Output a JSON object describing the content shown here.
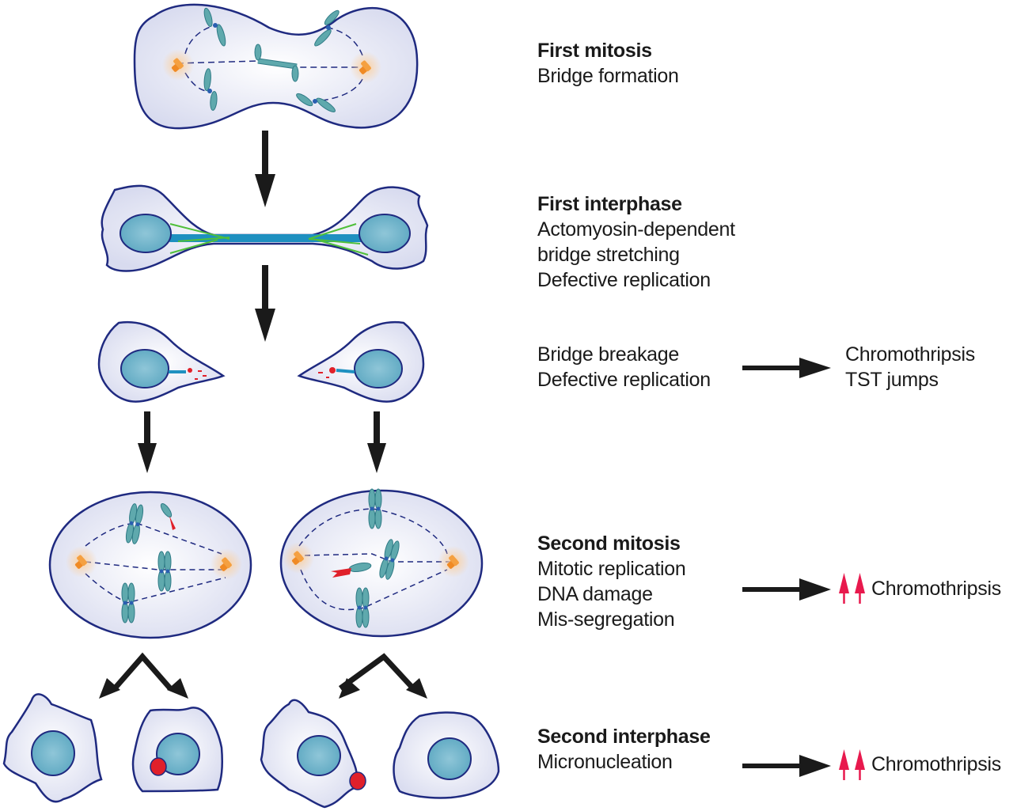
{
  "stages": [
    {
      "title": "First mitosis",
      "lines": [
        "Bridge formation"
      ]
    },
    {
      "title": "First interphase",
      "lines": [
        "Actomyosin-dependent",
        "bridge stretching",
        "Defective replication"
      ]
    },
    {
      "title": "",
      "lines": [
        "Bridge breakage",
        "Defective replication"
      ],
      "outcome": [
        "Chromothripsis",
        "TST jumps"
      ]
    },
    {
      "title": "Second mitosis",
      "lines": [
        "Mitotic replication",
        "DNA damage",
        "Mis-segregation"
      ],
      "outcome": [
        "Chromothripsis"
      ],
      "outcome_icon": "double-up-arrow-icon"
    },
    {
      "title": "Second interphase",
      "lines": [
        "Micronucleation"
      ],
      "outcome": [
        "Chromothripsis"
      ],
      "outcome_icon": "double-up-arrow-icon"
    }
  ],
  "colors": {
    "cell_outline": "#1f2a80",
    "cytoplasm": "#e6e8f5",
    "nucleus": "#6fb2c9",
    "chromosome": "#5fa9ad",
    "centrosome": "#f08a24",
    "damage": "#e0202a",
    "actin": "#4fbf3a",
    "bridge": "#1e90c0",
    "increase_arrow": "#e8194d",
    "flow_arrow": "#1a1a1a"
  }
}
